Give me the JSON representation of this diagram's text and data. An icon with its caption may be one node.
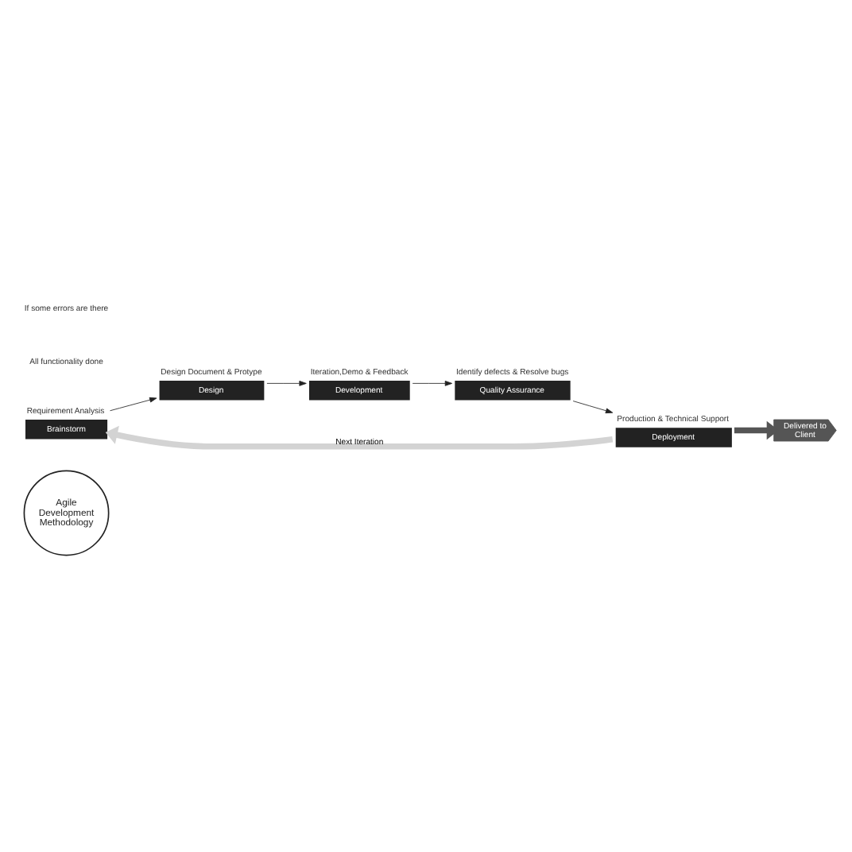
{
  "diagram": {
    "nodes": [
      {
        "text": [
          "Agile Development Methodology"
        ]
      },
      {
        "text": [
          "Brainstorm"
        ],
        "beside": [
          "Requirement Analysis"
        ]
      },
      {
        "text": [
          "Design"
        ],
        "beside": [
          "Design Document & Protype"
        ]
      },
      {
        "text": [
          "Development"
        ],
        "beside": [
          "Iteration,Demo & Feedback"
        ]
      },
      {
        "text": [
          "Quality Assurance"
        ],
        "beside": [
          "Identify defects & Resolve bugs"
        ]
      },
      {
        "text": [
          "Deployment"
        ],
        "beside": [
          "Production & Technical Support"
        ]
      },
      {
        "text": [
          "Delivered to Client"
        ]
      }
    ],
    "edges": [
      {
        "from": 1,
        "to": 2,
        "arrow": "to"
      },
      {
        "from": 2,
        "to": 3,
        "arrow": "to"
      },
      {
        "from": 3,
        "to": 4,
        "arrow": "to"
      },
      {
        "from": 4,
        "to": 5,
        "arrow": "to"
      },
      {
        "from": 5,
        "to": 6,
        "arrow": "to",
        "style": "thick",
        "color": "#555555"
      },
      {
        "from": 5,
        "to": 1,
        "arrow": "to",
        "label": "Next Iteration",
        "style": "thick",
        "color": "#d3d3d3"
      }
    ],
    "labels": [
      "All functionality done",
      "If some errors are there"
    ]
  }
}
